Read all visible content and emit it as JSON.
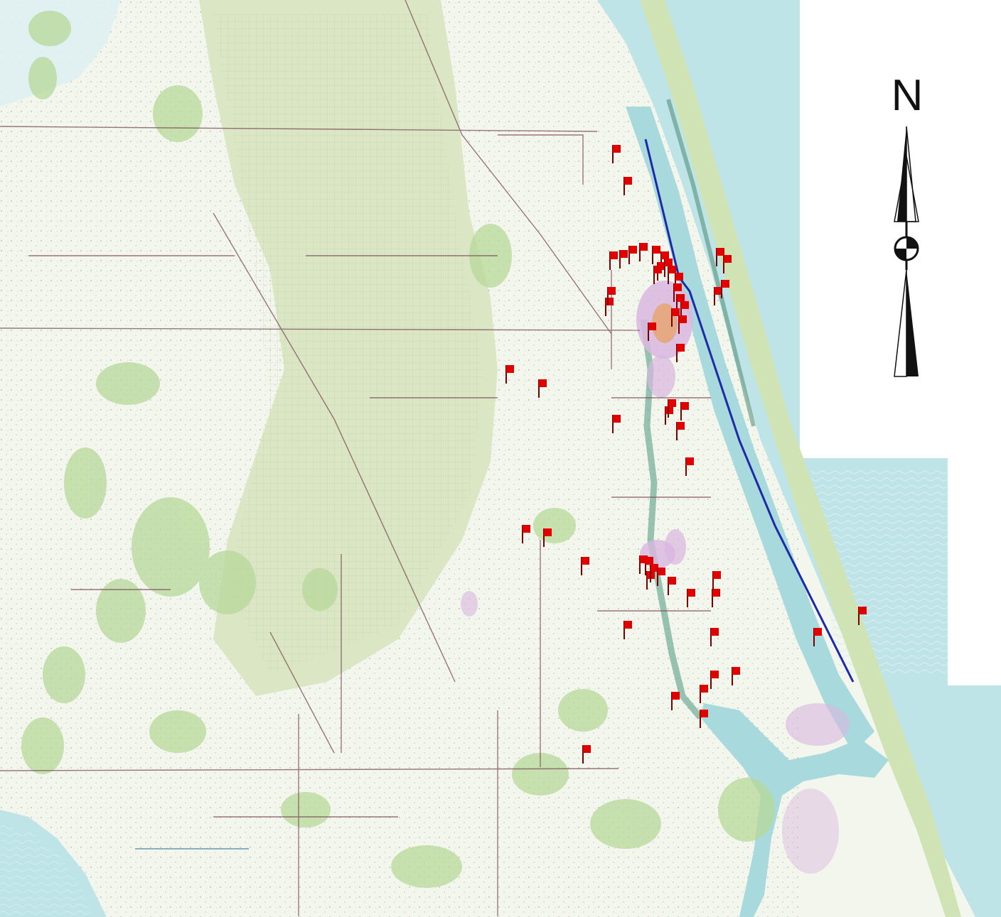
{
  "north_arrow": {
    "label": "N",
    "icon": "north-arrow-icon"
  },
  "legend_markers": {
    "icon": "red-flag-icon",
    "count": 62
  },
  "colors": {
    "land": "#f3f6ec",
    "vegetation": "#cfe3b4",
    "forest_green": "#9fcb86",
    "water": "#bfe4e8",
    "lagoon": "#a8d9dd",
    "urban": "#d9b7e1",
    "urban_core": "#e6a36b",
    "flag": "#e00000",
    "line": "#1c2aa6",
    "roads": "#7a4a5a"
  },
  "features": {
    "ocean": "ocean-water",
    "river": "river-water",
    "line": "route-line",
    "flags": "site-flag"
  }
}
